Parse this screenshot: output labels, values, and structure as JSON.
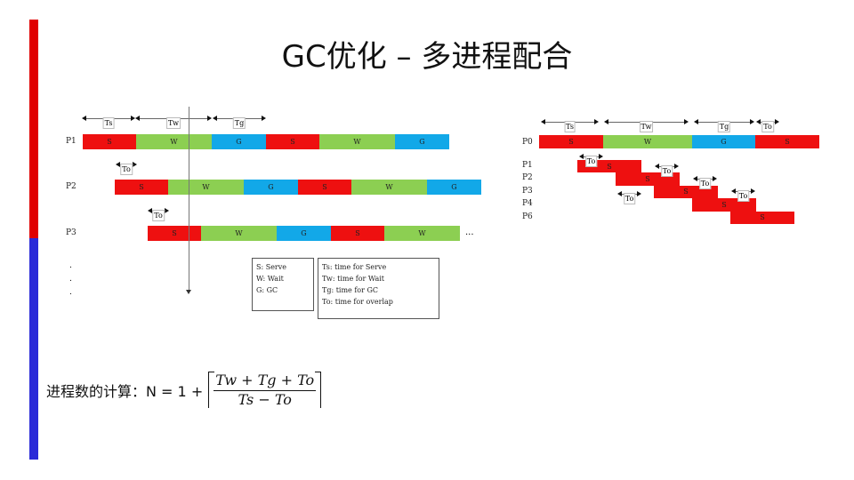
{
  "title": "GC优化 – 多进程配合",
  "colors": {
    "serve": "#ee1010",
    "wait": "#8ccf52",
    "gc": "#12a8e8",
    "side_top": "#e00000",
    "side_bottom": "#2a2ad8"
  },
  "left_diagram": {
    "timeline": [
      "Ts",
      "Tw",
      "Tg"
    ],
    "overlap_labels": [
      "To",
      "To"
    ],
    "rows": [
      {
        "label": "P1",
        "segments": [
          "S",
          "W",
          "G",
          "S",
          "W",
          "G"
        ]
      },
      {
        "label": "P2",
        "segments": [
          "S",
          "W",
          "G",
          "S",
          "W",
          "G"
        ]
      },
      {
        "label": "P3",
        "segments": [
          "S",
          "W",
          "G",
          "S",
          "W"
        ],
        "ellipsis": "..."
      }
    ],
    "dots": [
      ".",
      ".",
      "."
    ],
    "legend1": [
      "S: Serve",
      "W: Wait",
      "G: GC"
    ],
    "legend2": [
      "Ts: time for Serve",
      "Tw: time for Wait",
      "Tg: time for GC",
      "To: time for overlap"
    ]
  },
  "right_diagram": {
    "timeline": [
      "Ts",
      "Tw",
      "Tg",
      "To"
    ],
    "p0": {
      "label": "P0",
      "segments": [
        "S",
        "W",
        "G",
        "S"
      ]
    },
    "rows": [
      {
        "label": "P1",
        "seg": "S"
      },
      {
        "label": "P2",
        "seg": "S"
      },
      {
        "label": "P3",
        "seg": "S"
      },
      {
        "label": "P4",
        "seg": "S"
      },
      {
        "label": "P6",
        "seg": "S"
      }
    ],
    "overlap_labels": [
      "To",
      "To",
      "To",
      "To",
      "To"
    ]
  },
  "formula": {
    "prefix": "进程数的计算：N = 1 + ",
    "numerator": "Tw + Tg + To",
    "denominator": "Ts − To"
  }
}
